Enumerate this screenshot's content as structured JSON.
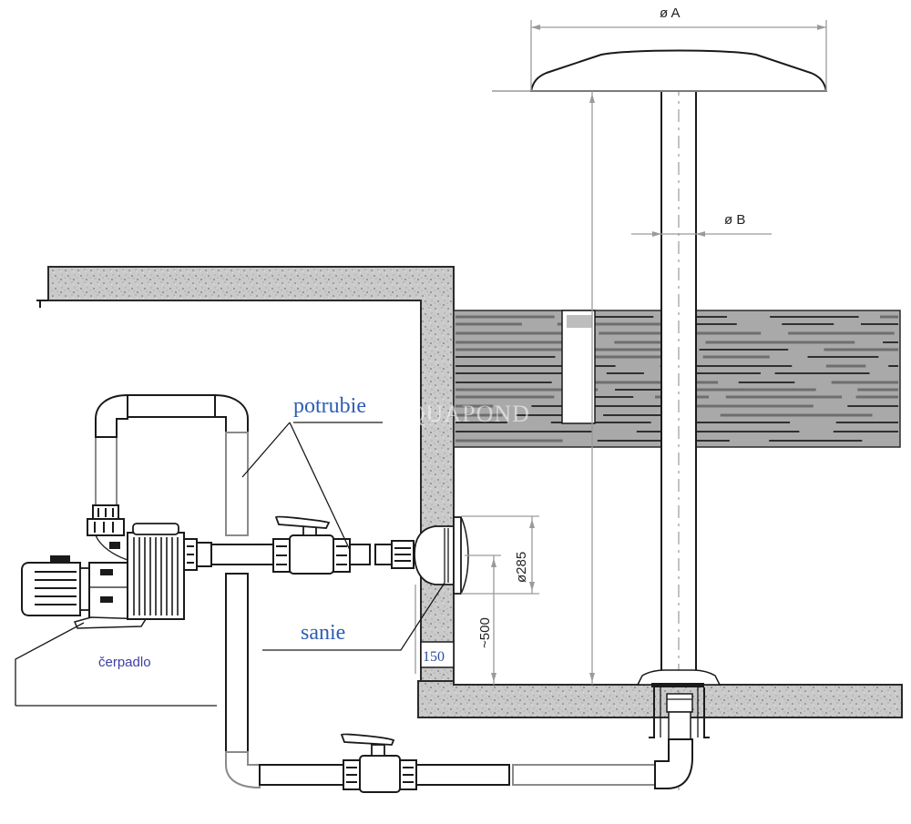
{
  "diagram": {
    "type": "pool fountain installation cross-section",
    "dimensions": {
      "cap_diameter": "ø A",
      "stem_diameter": "ø B",
      "nozzle_diameter": "ø285",
      "nozzle_height": "~500",
      "wall_offset": "150"
    },
    "labels": {
      "piping": "potrubie",
      "suction": "sanie",
      "pump": "čerpadlo"
    },
    "watermark": "AQUAPOND",
    "colors": {
      "label_blue": "#2f5db5",
      "pump_label": "#3d3da8",
      "concrete": "#c9c9c9",
      "water": "#a9a9a9",
      "water_dark": "#6e6e6e",
      "line": "#1a1a1a",
      "dimension_line": "#9a9a9a"
    }
  }
}
